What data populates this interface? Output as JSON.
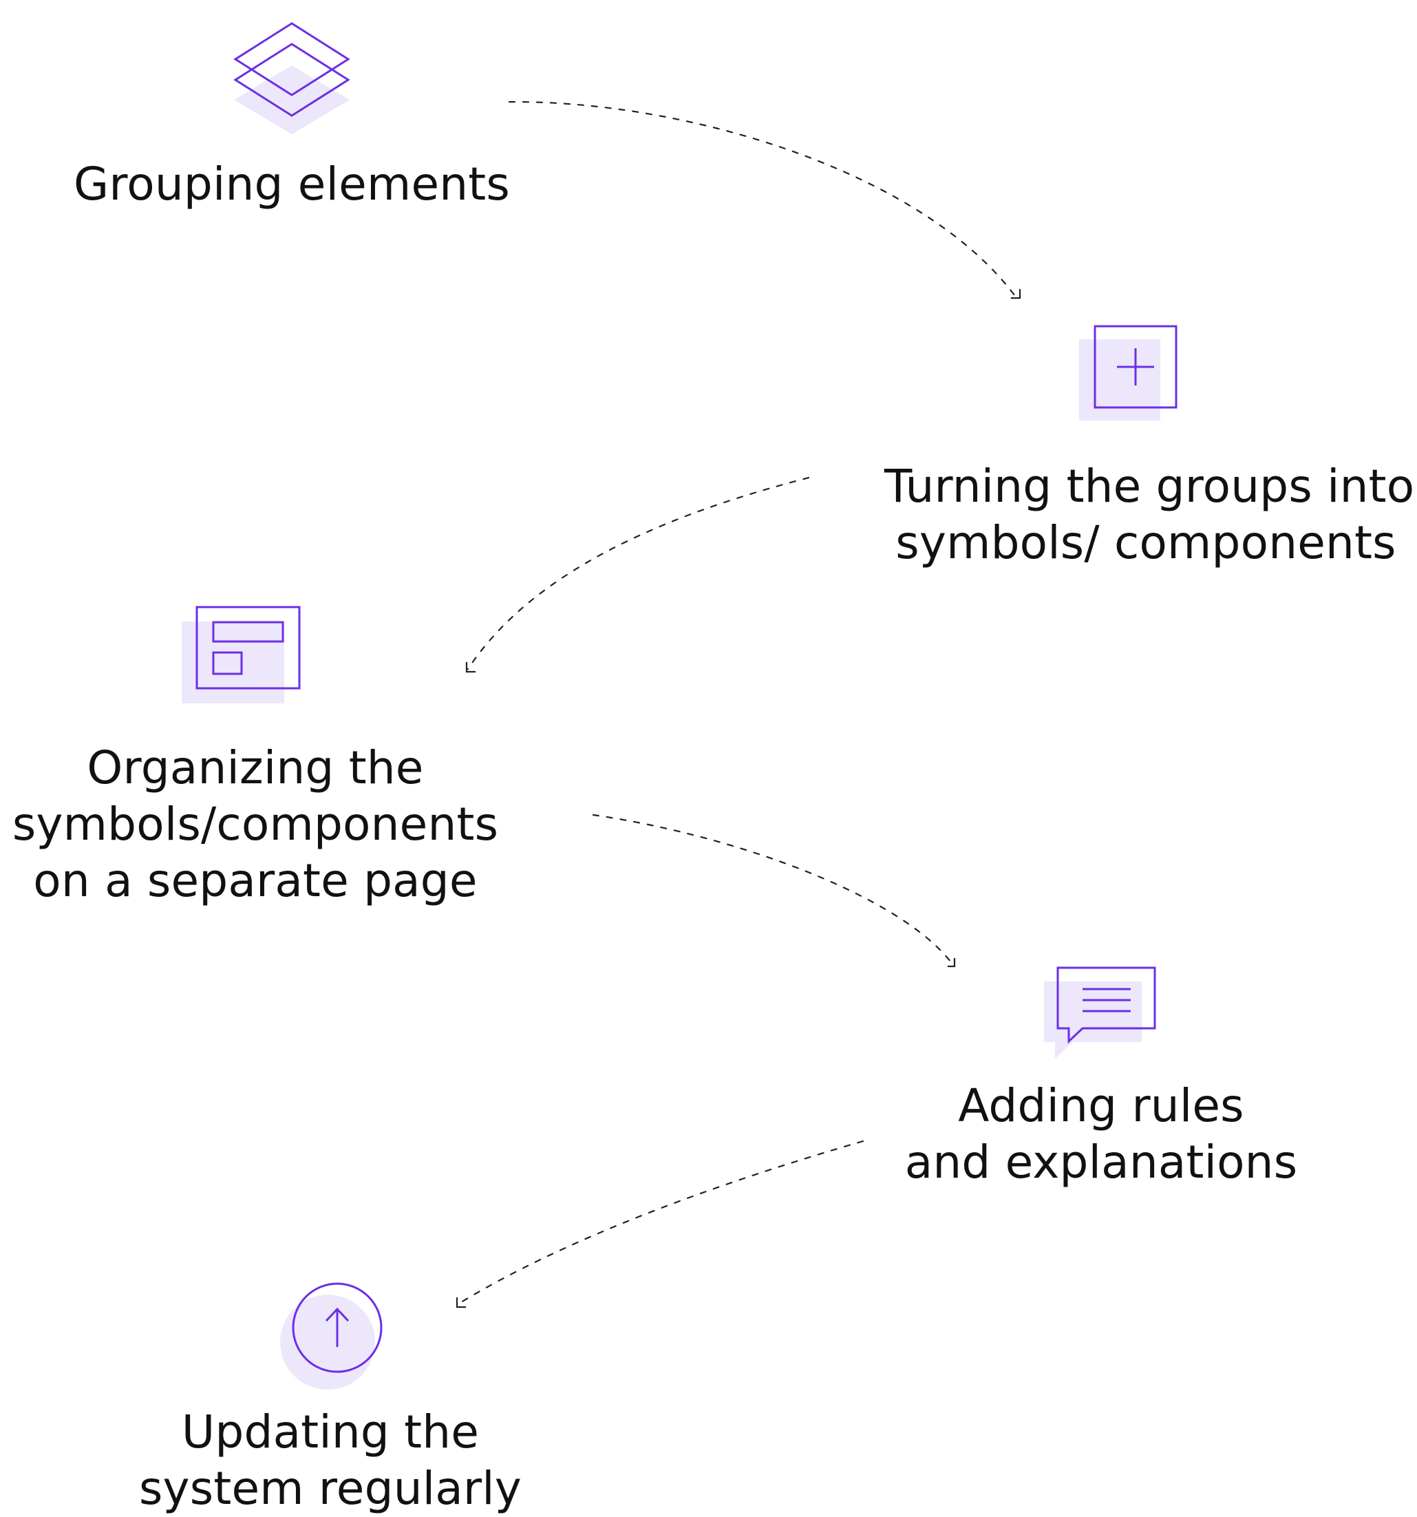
{
  "diagram": {
    "accent_color": "#6b2fe6",
    "accent_fill": "#ede7fb",
    "text_color": "#111111",
    "connector_style": "dashed-curve-arrow",
    "steps": [
      {
        "icon": "stacked-layers-icon",
        "label_lines": [
          "Grouping elements"
        ]
      },
      {
        "icon": "plus-square-icon",
        "label_lines": [
          "Turning the groups into",
          "symbols/ components"
        ]
      },
      {
        "icon": "page-layout-icon",
        "label_lines": [
          "Organizing the",
          "symbols/components",
          "on a separate page"
        ]
      },
      {
        "icon": "chat-lines-icon",
        "label_lines": [
          "Adding rules",
          "and explanations"
        ]
      },
      {
        "icon": "arrow-up-circle-icon",
        "label_lines": [
          "Updating the",
          "system regularly"
        ]
      }
    ]
  }
}
